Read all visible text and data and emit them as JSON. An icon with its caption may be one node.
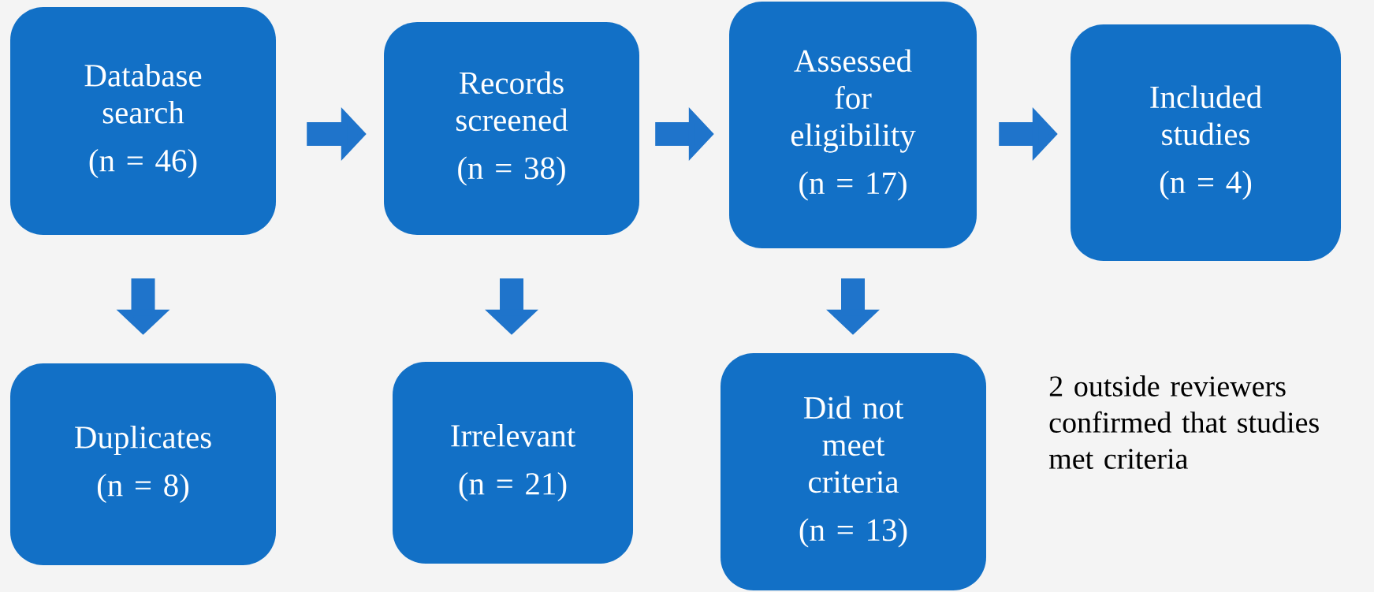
{
  "diagram": {
    "nodes": [
      {
        "text": [
          "Database search",
          "(n = 46)"
        ]
      },
      {
        "text": [
          "Records screened",
          "(n = 38)"
        ]
      },
      {
        "text": [
          "Assessed for eligibility",
          "(n = 17)"
        ]
      },
      {
        "text": [
          "Included studies",
          "(n = 4)"
        ]
      },
      {
        "text": [
          "Duplicates",
          "(n = 8)"
        ]
      },
      {
        "text": [
          "Irrelevant",
          "(n = 21)"
        ]
      },
      {
        "text": [
          "Did not meet criteria",
          "(n = 13)"
        ]
      }
    ],
    "edges": [
      {
        "from": 0,
        "to": 1,
        "arrow": "to"
      },
      {
        "from": 1,
        "to": 2,
        "arrow": "to"
      },
      {
        "from": 2,
        "to": 3,
        "arrow": "to"
      },
      {
        "from": 0,
        "to": 4,
        "arrow": "to"
      },
      {
        "from": 1,
        "to": 5,
        "arrow": "to"
      },
      {
        "from": 2,
        "to": 6,
        "arrow": "to"
      }
    ],
    "labels": [
      "2 outside reviewers confirmed that studies met criteria"
    ]
  }
}
